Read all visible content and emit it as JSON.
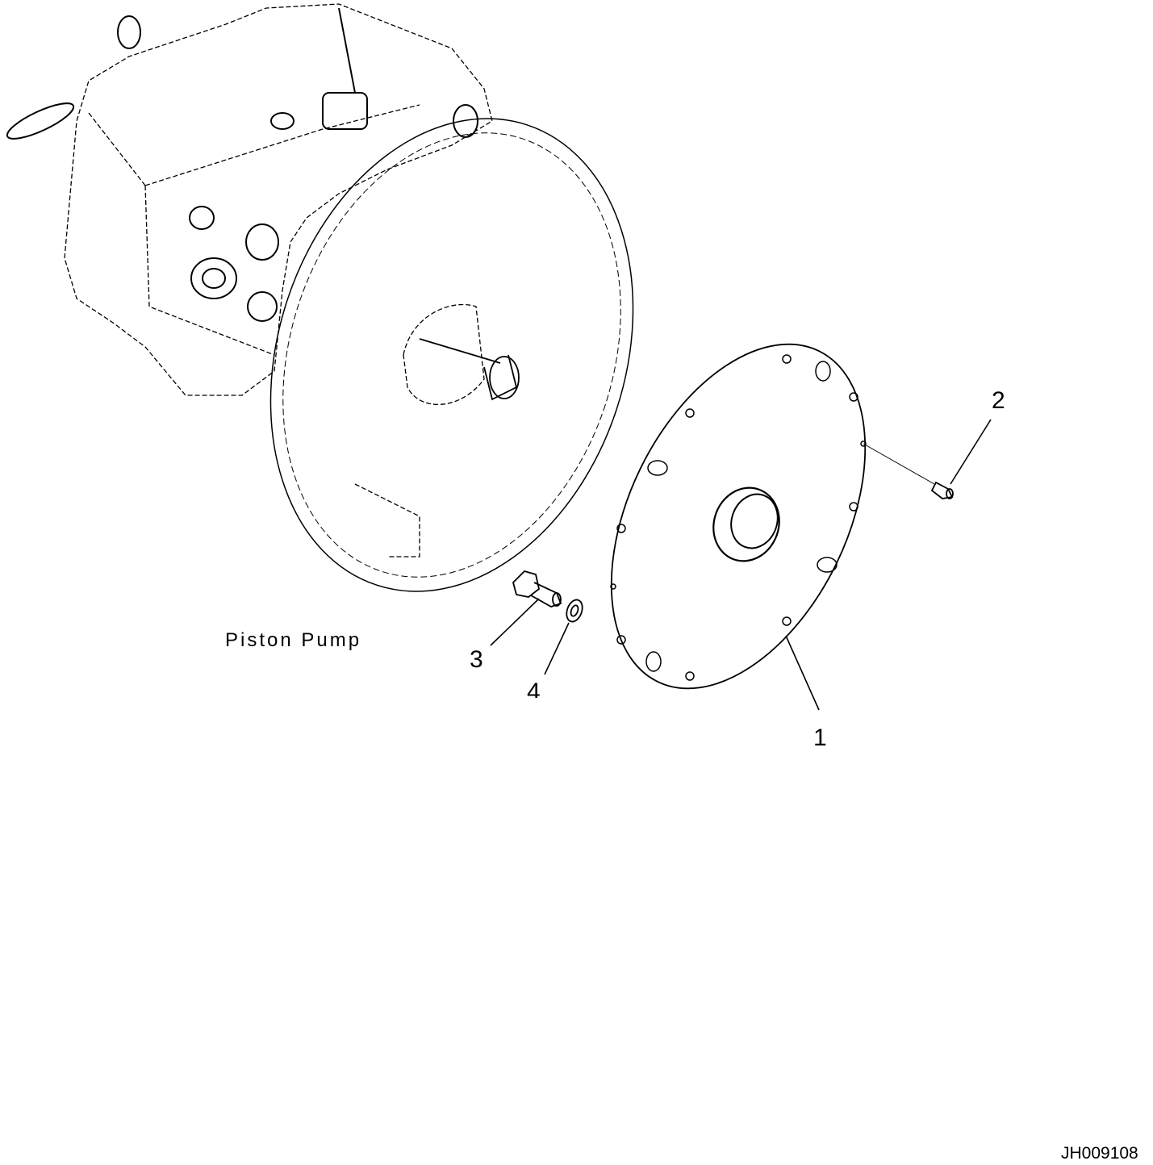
{
  "caption": "Piston Pump",
  "callouts": [
    "1",
    "2",
    "3",
    "4"
  ],
  "drawing_number": "JH009108",
  "line_color": "#000000",
  "background_color": "#ffffff"
}
